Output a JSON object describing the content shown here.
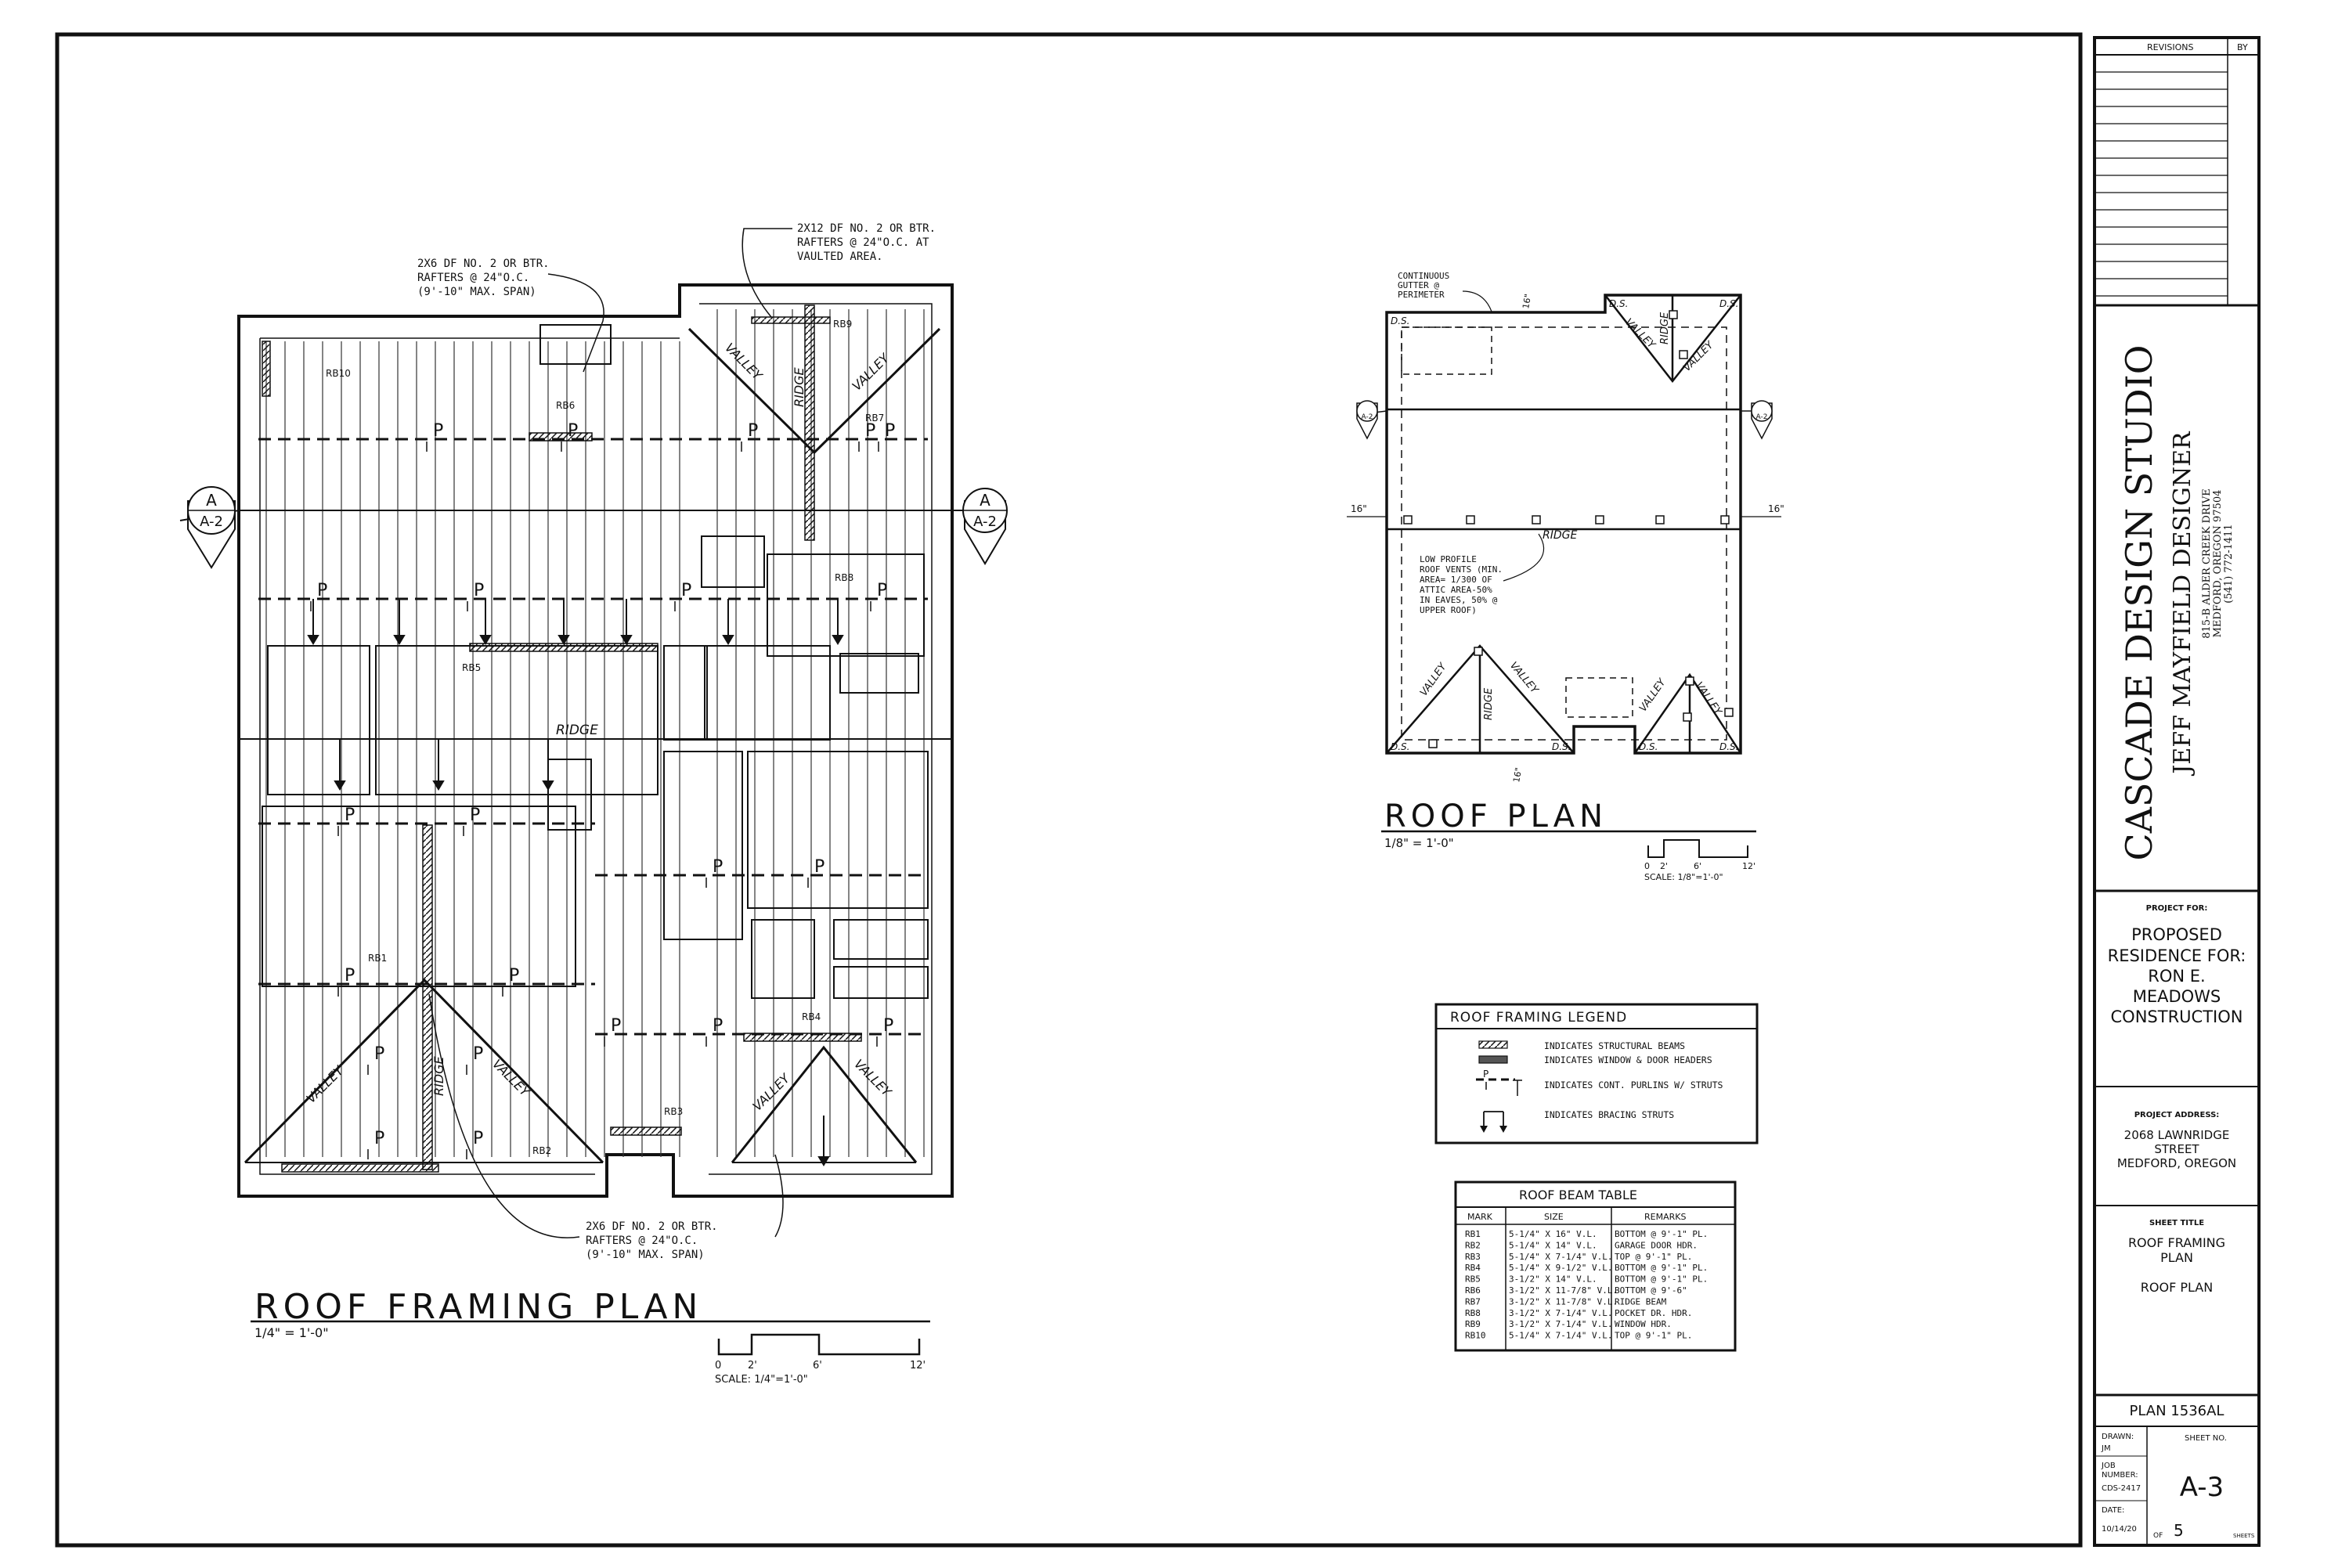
{
  "framing_plan": {
    "title": "ROOF FRAMING PLAN",
    "scale_text": "1/4\" = 1'-0\"",
    "scale_bar": {
      "ticks": [
        "0",
        "2'",
        "6'",
        "12'"
      ],
      "label": "SCALE: 1/4\"=1'-0\""
    },
    "notes": {
      "top_left": [
        "2X6 DF NO. 2 OR BTR.",
        "RAFTERS @ 24\"O.C.",
        "(9'-10\" MAX. SPAN)"
      ],
      "top_right": [
        "2X12 DF NO. 2 OR BTR.",
        "RAFTERS @ 24\"O.C. AT",
        "VAULTED AREA."
      ],
      "bottom": [
        "2X6 DF NO. 2 OR BTR.",
        "RAFTERS @ 24\"O.C.",
        "(9'-10\" MAX. SPAN)"
      ]
    },
    "section_marker": {
      "letter": "A",
      "sheet": "A-2"
    },
    "beam_labels": [
      "RB10",
      "RB6",
      "RB9",
      "RB7",
      "RB8",
      "RB5",
      "RB1",
      "RB2",
      "RB3",
      "RB4"
    ],
    "ridge_label": "RIDGE",
    "valley_label": "VALLEY",
    "purlin_mark": "P"
  },
  "roof_plan": {
    "title": "ROOF PLAN",
    "scale_text": "1/8\" = 1'-0\"",
    "scale_bar": {
      "ticks": [
        "0",
        "2'",
        "6'",
        "12'"
      ],
      "label": "SCALE: 1/8\"=1'-0\""
    },
    "gutter_note": [
      "CONTINUOUS",
      "GUTTER @",
      "PERIMETER"
    ],
    "vent_note": [
      "LOW PROFILE",
      "ROOF VENTS (MIN.",
      "AREA= 1/300 OF",
      "ATTIC AREA-50%",
      "IN EAVES, 50% @",
      "UPPER ROOF)"
    ],
    "ridge_label": "RIDGE",
    "valley_label": "VALLEY",
    "ds_label": "D.S.",
    "overhang": "16\"",
    "section_sheet": "A-2"
  },
  "legend": {
    "title": "ROOF FRAMING LEGEND",
    "items": [
      "INDICATES STRUCTURAL BEAMS",
      "INDICATES WINDOW & DOOR HEADERS",
      "INDICATES CONT. PURLINS W/ STRUTS",
      "INDICATES BRACING STRUTS"
    ]
  },
  "beam_table": {
    "title": "ROOF BEAM TABLE",
    "headers": [
      "MARK",
      "SIZE",
      "REMARKS"
    ],
    "rows": [
      [
        "RB1",
        "5-1/4\" X 16\" V.L.",
        "BOTTOM @ 9'-1\" PL."
      ],
      [
        "RB2",
        "5-1/4\" X 14\" V.L.",
        "GARAGE DOOR HDR."
      ],
      [
        "RB3",
        "5-1/4\" X 7-1/4\" V.L.",
        "TOP @ 9'-1\" PL."
      ],
      [
        "RB4",
        "5-1/4\" X 9-1/2\" V.L.",
        "BOTTOM @ 9'-1\" PL."
      ],
      [
        "RB5",
        "3-1/2\" X 14\" V.L.",
        "BOTTOM @ 9'-1\" PL."
      ],
      [
        "RB6",
        "3-1/2\" X 11-7/8\" V.L.",
        "BOTTOM @ 9'-6\""
      ],
      [
        "RB7",
        "3-1/2\" X 11-7/8\" V.L.",
        "RIDGE BEAM"
      ],
      [
        "RB8",
        "3-1/2\" X 7-1/4\" V.L.",
        "POCKET DR. HDR."
      ],
      [
        "RB9",
        "3-1/2\" X 7-1/4\" V.L.",
        "WINDOW HDR."
      ],
      [
        "RB10",
        "5-1/4\" X 7-1/4\" V.L.",
        "TOP @ 9'-1\" PL."
      ]
    ]
  },
  "title_block": {
    "revisions_header": "REVISIONS",
    "by_header": "BY",
    "studio": "CASCADE DESIGN STUDIO",
    "designer": "JEFF MAYFIELD DESIGNER",
    "address_lines": [
      "815-B ALDER CREEK DRIVE",
      "MEDFORD, OREGON 97504",
      "(541) 772-1411"
    ],
    "project_for_label": "PROJECT FOR:",
    "project_for": [
      "PROPOSED",
      "RESIDENCE FOR:",
      "RON E.",
      "MEADOWS",
      "CONSTRUCTION"
    ],
    "project_address_label": "PROJECT ADDRESS:",
    "project_address": [
      "2068 LAWNRIDGE",
      "STREET",
      "MEDFORD, OREGON"
    ],
    "sheet_title_label": "SHEET TITLE",
    "sheet_title": [
      "ROOF FRAMING",
      "PLAN",
      "",
      "ROOF PLAN"
    ],
    "plan_number": "PLAN 1536AL",
    "drawn_label": "DRAWN:",
    "drawn_by": "JM",
    "job_label": [
      "JOB",
      "NUMBER:"
    ],
    "job_number": "CDS-2417",
    "date_label": "DATE:",
    "date": "10/14/20",
    "sheet_no_label": "SHEET NO.",
    "sheet_no": "A-3",
    "of_label": "OF",
    "sheet_total": "5",
    "sheets_label": "SHEETS"
  }
}
